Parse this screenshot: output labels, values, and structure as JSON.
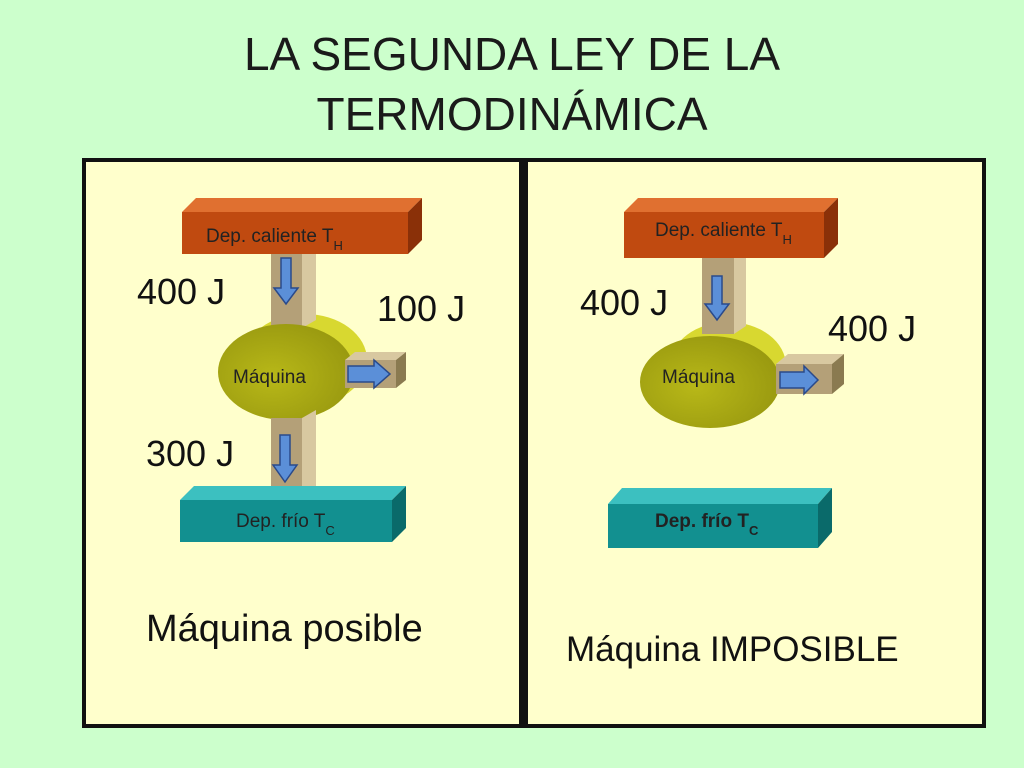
{
  "title": {
    "line1": "LA SEGUNDA LEY DE LA",
    "line2": "TERMODINÁMICA"
  },
  "left_panel": {
    "hot_reservoir": "Dep. caliente T",
    "hot_sub": "H",
    "cold_reservoir": "Dep. frío T",
    "cold_sub": "C",
    "engine": "Máquina",
    "q_hot": "400 J",
    "work": "100 J",
    "q_cold": "300 J",
    "caption": "Máquina posible"
  },
  "right_panel": {
    "hot_reservoir": "Dep. caliente T",
    "hot_sub": "H",
    "cold_reservoir": "Dep. frío T",
    "cold_sub": "C",
    "engine": "Máquina",
    "q_hot": "400 J",
    "work": "400 J",
    "caption": "Máquina IMPOSIBLE"
  },
  "colors": {
    "hot": "#c04a10",
    "cold": "#129090",
    "engine": "#b8b818",
    "pipe": "#b4a078",
    "arrow": "#5b8fd8"
  }
}
